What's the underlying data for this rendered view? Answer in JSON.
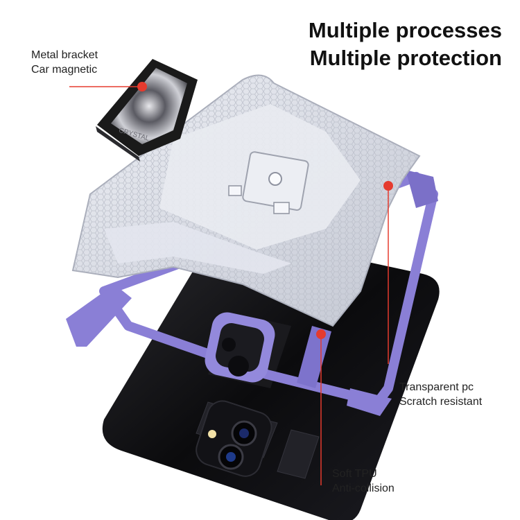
{
  "headline": {
    "line1": "Multiple processes",
    "line2": "Multiple protection"
  },
  "callouts": [
    {
      "line1": "Metal bracket",
      "line2": "Car magnetic"
    },
    {
      "line1": "Transparent pc",
      "line2": "Scratch resistant"
    },
    {
      "line1": "Soft TPU",
      "line2": "Anti-collision"
    }
  ],
  "bracket_engraving": "CRYSTAL",
  "colors": {
    "accent_red": "#e53b2e",
    "bumper_purple": "#8a7fd6",
    "phone_black": "#0d0d0f",
    "bracket_black": "#1a1a1a",
    "clear_case": "#dfe2ea"
  }
}
